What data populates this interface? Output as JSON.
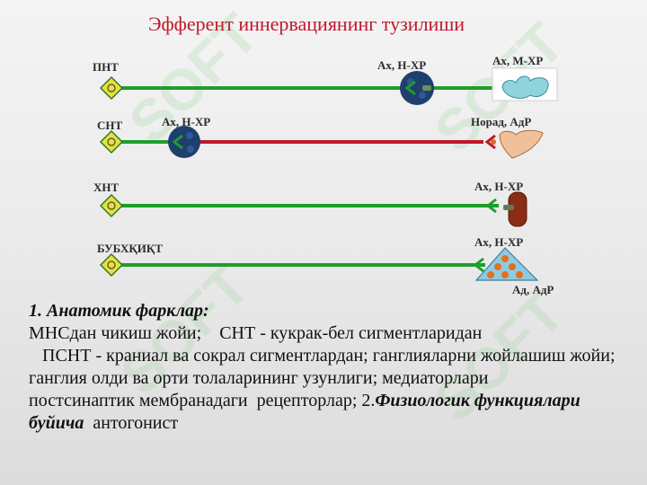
{
  "title": "Эфферент иннервациянинг тузилиши",
  "diagram": {
    "rows": [
      {
        "label": "ПНТ",
        "ganglion_label": "Ах, Н-ХР",
        "target_label": "Ах, М-ХР",
        "line_color": "#1f9e2c",
        "post_color": "#1f9e2c",
        "target": "gland-icon"
      },
      {
        "label": "СНТ",
        "ganglion_label": "Ах, Н-ХР",
        "target_label": "Норад, АдР",
        "line_color": "#1f9e2c",
        "post_color": "#c0182a",
        "target": "heart-icon"
      },
      {
        "label": "ХНТ",
        "ganglion_label": "",
        "target_label": "Ах, Н-ХР",
        "line_color": "#1f9e2c",
        "post_color": "#1f9e2c",
        "target": "muscle-icon"
      },
      {
        "label": "БУБХҚИҚТ",
        "ganglion_label": "",
        "target_label": "Ах, Н-ХР",
        "target_label_2": "Ад, АдР",
        "line_color": "#1f9e2c",
        "post_color": "#1f9e2c",
        "target": "adrenal-triangle-icon"
      }
    ],
    "colors": {
      "neuron_body": "#e8e03a",
      "ganglion": "#1f3f6e",
      "arrow": "#1f9e2c"
    }
  },
  "text": {
    "heading": "1. Анатомик фарклар:",
    "line1": "МНСдан чикиш жойи;    СНТ - кукрак-бел сигментларидан",
    "line2": "   ПСНТ - краниал ва сокрал сигментлардан; ганглияларни жойлашиш жойи; ганглия олди ва орти толаларининг узунлиги; медиаторлари",
    "line3_start": "постсинаптик мембранадаги  рецепторлар; 2.",
    "line3_bold": "Физиологик функциялари буйича",
    "line3_end": "  антогонист"
  },
  "watermark": "SOFT"
}
